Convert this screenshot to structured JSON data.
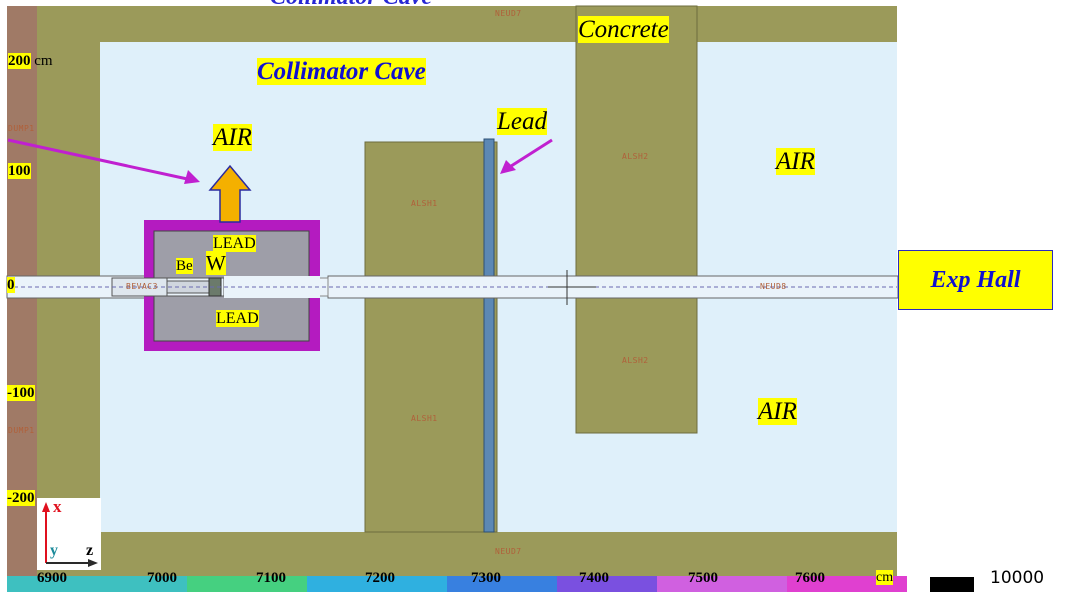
{
  "header_fragment": "Collimator Cave",
  "labels": {
    "concrete": "Concrete",
    "collimator_cave": "Collimator Cave",
    "lead": "Lead",
    "air_top_left": "AIR",
    "air_right_top": "AIR",
    "air_right_bottom": "AIR",
    "lead_top": "LEAD",
    "lead_bottom": "LEAD",
    "be": "Be",
    "w": "W",
    "exp_hall": "Exp Hall"
  },
  "region_tags": {
    "neud7_top": "NEUD7",
    "neud7_bottom": "NEUD7",
    "dump1_upper": "DUMP1",
    "dump1_lower": "DUMP1",
    "alsh1_upper": "ALSH1",
    "alsh1_lower": "ALSH1",
    "alsh2_upper": "ALSH2",
    "alsh2_lower": "ALSH2",
    "bevac3": "BEVAC3",
    "neud8": "NEUD8"
  },
  "y_axis": {
    "unit": "cm",
    "ticks": [
      "200",
      "100",
      "0",
      "-100",
      "-200"
    ]
  },
  "x_axis": {
    "unit": "cm",
    "ticks": [
      "6900",
      "7000",
      "7100",
      "7200",
      "7300",
      "7400",
      "7500",
      "7600"
    ]
  },
  "axis_icon": {
    "x": "x",
    "y": "y",
    "z": "z"
  },
  "colorbar": {
    "max_label": "10000"
  },
  "colors": {
    "concrete": "#9b9a5a",
    "air": "#dff0fa",
    "lead_shield": "#9e9ea8",
    "magenta_frame": "#b41bc0",
    "lead_sheet": "#5c88b4",
    "wall_brown": "#a07a66",
    "arrow_orange": "#f4b000",
    "pointer": "#c020d0"
  }
}
